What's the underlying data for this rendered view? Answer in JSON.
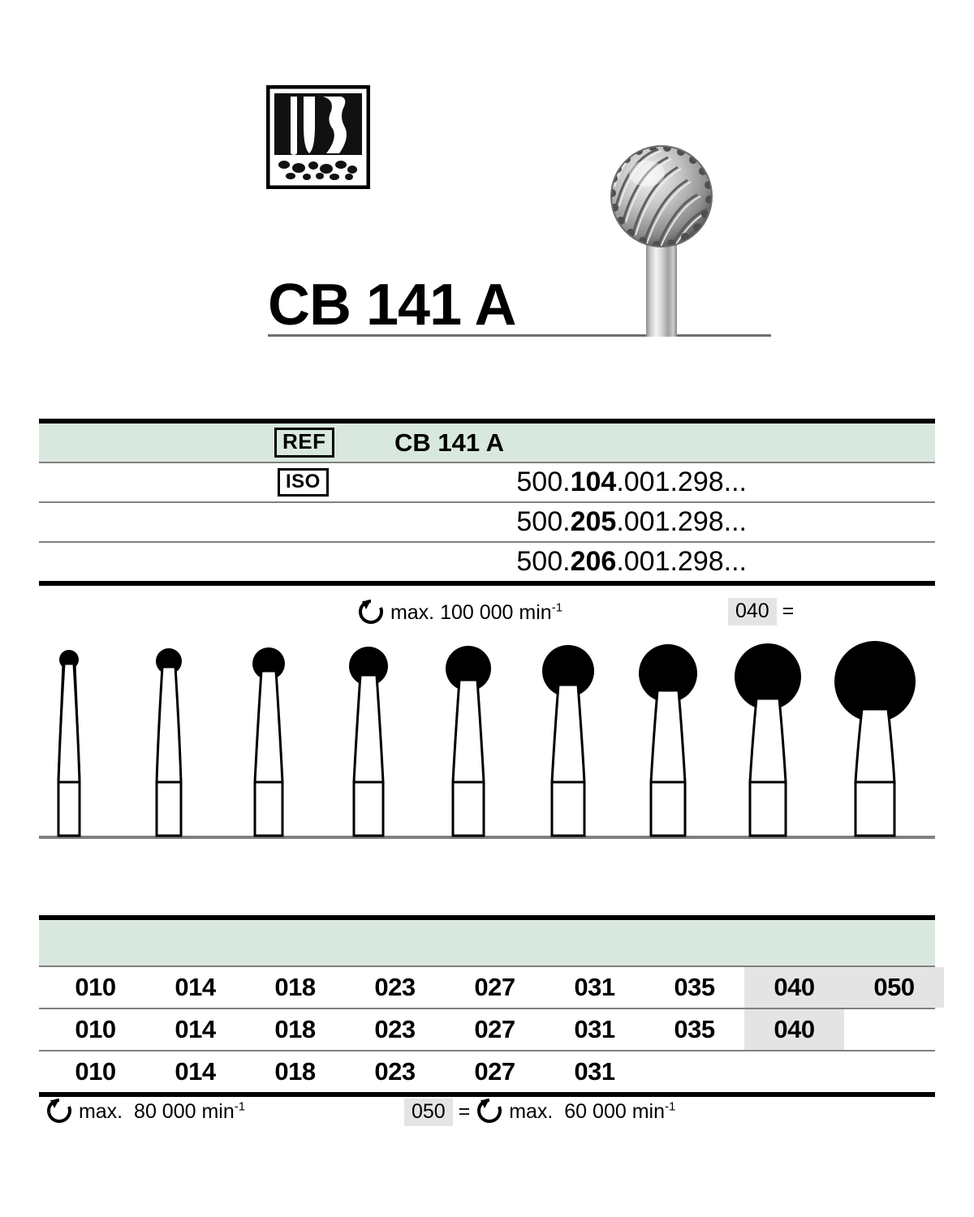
{
  "page": {
    "title": "CB 141 A",
    "logo_icon": "tooth-in-bone-icon",
    "product_photo_icon": "round-carbide-bur-photo"
  },
  "ref_table": {
    "ref_label": "REF",
    "ref_value": "CB 141 A",
    "iso_label": "ISO",
    "iso_rows": [
      {
        "prefix": "500.",
        "bold": "104",
        "suffix": ".001.298..."
      },
      {
        "prefix": "500.",
        "bold": "205",
        "suffix": ".001.298..."
      },
      {
        "prefix": "500.",
        "bold": "206",
        "suffix": ".001.298..."
      }
    ]
  },
  "speed_note": {
    "rotation_icon": "rotation-arrow-icon",
    "max_label": "max.",
    "max_speed": "100 000",
    "unit": "min",
    "unit_exponent": "-1",
    "chip_value": "040",
    "equals": "="
  },
  "bur_diagram": {
    "count": 9,
    "head_diameters_mm": [
      1.0,
      1.4,
      1.8,
      2.3,
      2.7,
      3.1,
      3.5,
      4.0,
      5.0
    ],
    "baseline_label": "shank-baseline"
  },
  "size_table": {
    "rows": [
      {
        "values": [
          "010",
          "014",
          "018",
          "023",
          "027",
          "031",
          "035",
          "040",
          "050"
        ],
        "highlight_from": 7,
        "highlight_to": 8
      },
      {
        "values": [
          "010",
          "014",
          "018",
          "023",
          "027",
          "031",
          "035",
          "040"
        ],
        "highlight_from": 7,
        "highlight_to": 7
      },
      {
        "values": [
          "010",
          "014",
          "018",
          "023",
          "027",
          "031"
        ],
        "highlight_from": -1,
        "highlight_to": -1
      }
    ]
  },
  "footer_note": {
    "left": {
      "rotation_icon": "rotation-arrow-icon",
      "max_label": "max.",
      "max_speed": "80 000",
      "unit": "min",
      "unit_exponent": "-1"
    },
    "right": {
      "chip_value": "050",
      "equals": "=",
      "rotation_icon": "rotation-arrow-icon",
      "max_label": "max.",
      "max_speed": "60 000",
      "unit": "min",
      "unit_exponent": "-1"
    }
  },
  "colors": {
    "band_green": "#d9e8de",
    "highlight_gray": "#e4e4e4",
    "rule_black": "#000000",
    "rule_gray": "#808080"
  }
}
